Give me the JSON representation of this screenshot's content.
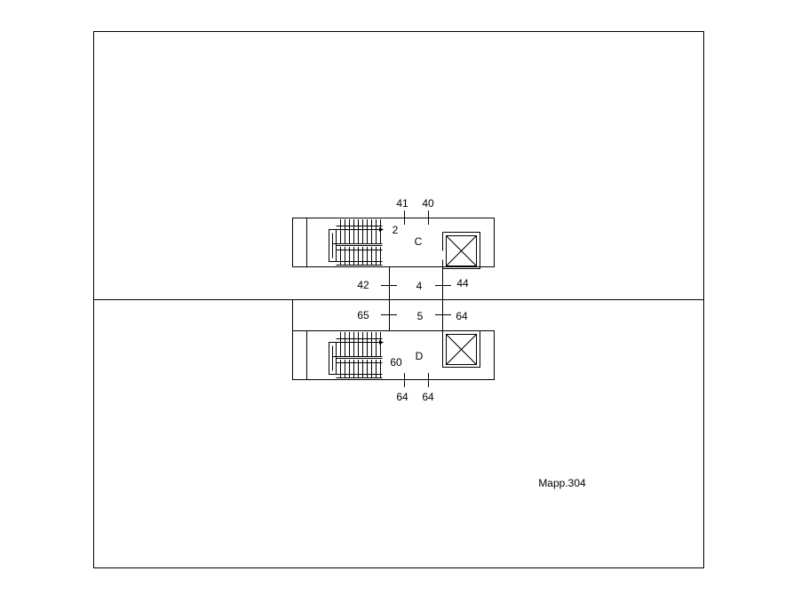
{
  "drawing": {
    "stroke_color": "#000000",
    "background_color": "#ffffff",
    "parcel_label": "Mapp.304"
  },
  "block_c": {
    "letter": "C",
    "number": "2",
    "top_left_label": "41",
    "top_right_label": "40"
  },
  "block_d": {
    "letter": "D",
    "number": "60",
    "bottom_left_label": "64",
    "bottom_right_label": "64"
  },
  "corridor": {
    "upper_number": "4",
    "upper_left_label": "42",
    "upper_right_label": "44",
    "lower_number": "5",
    "lower_left_label": "65",
    "lower_right_label": "64"
  },
  "icons": [
    "staircase-icon",
    "elevator-icon"
  ]
}
